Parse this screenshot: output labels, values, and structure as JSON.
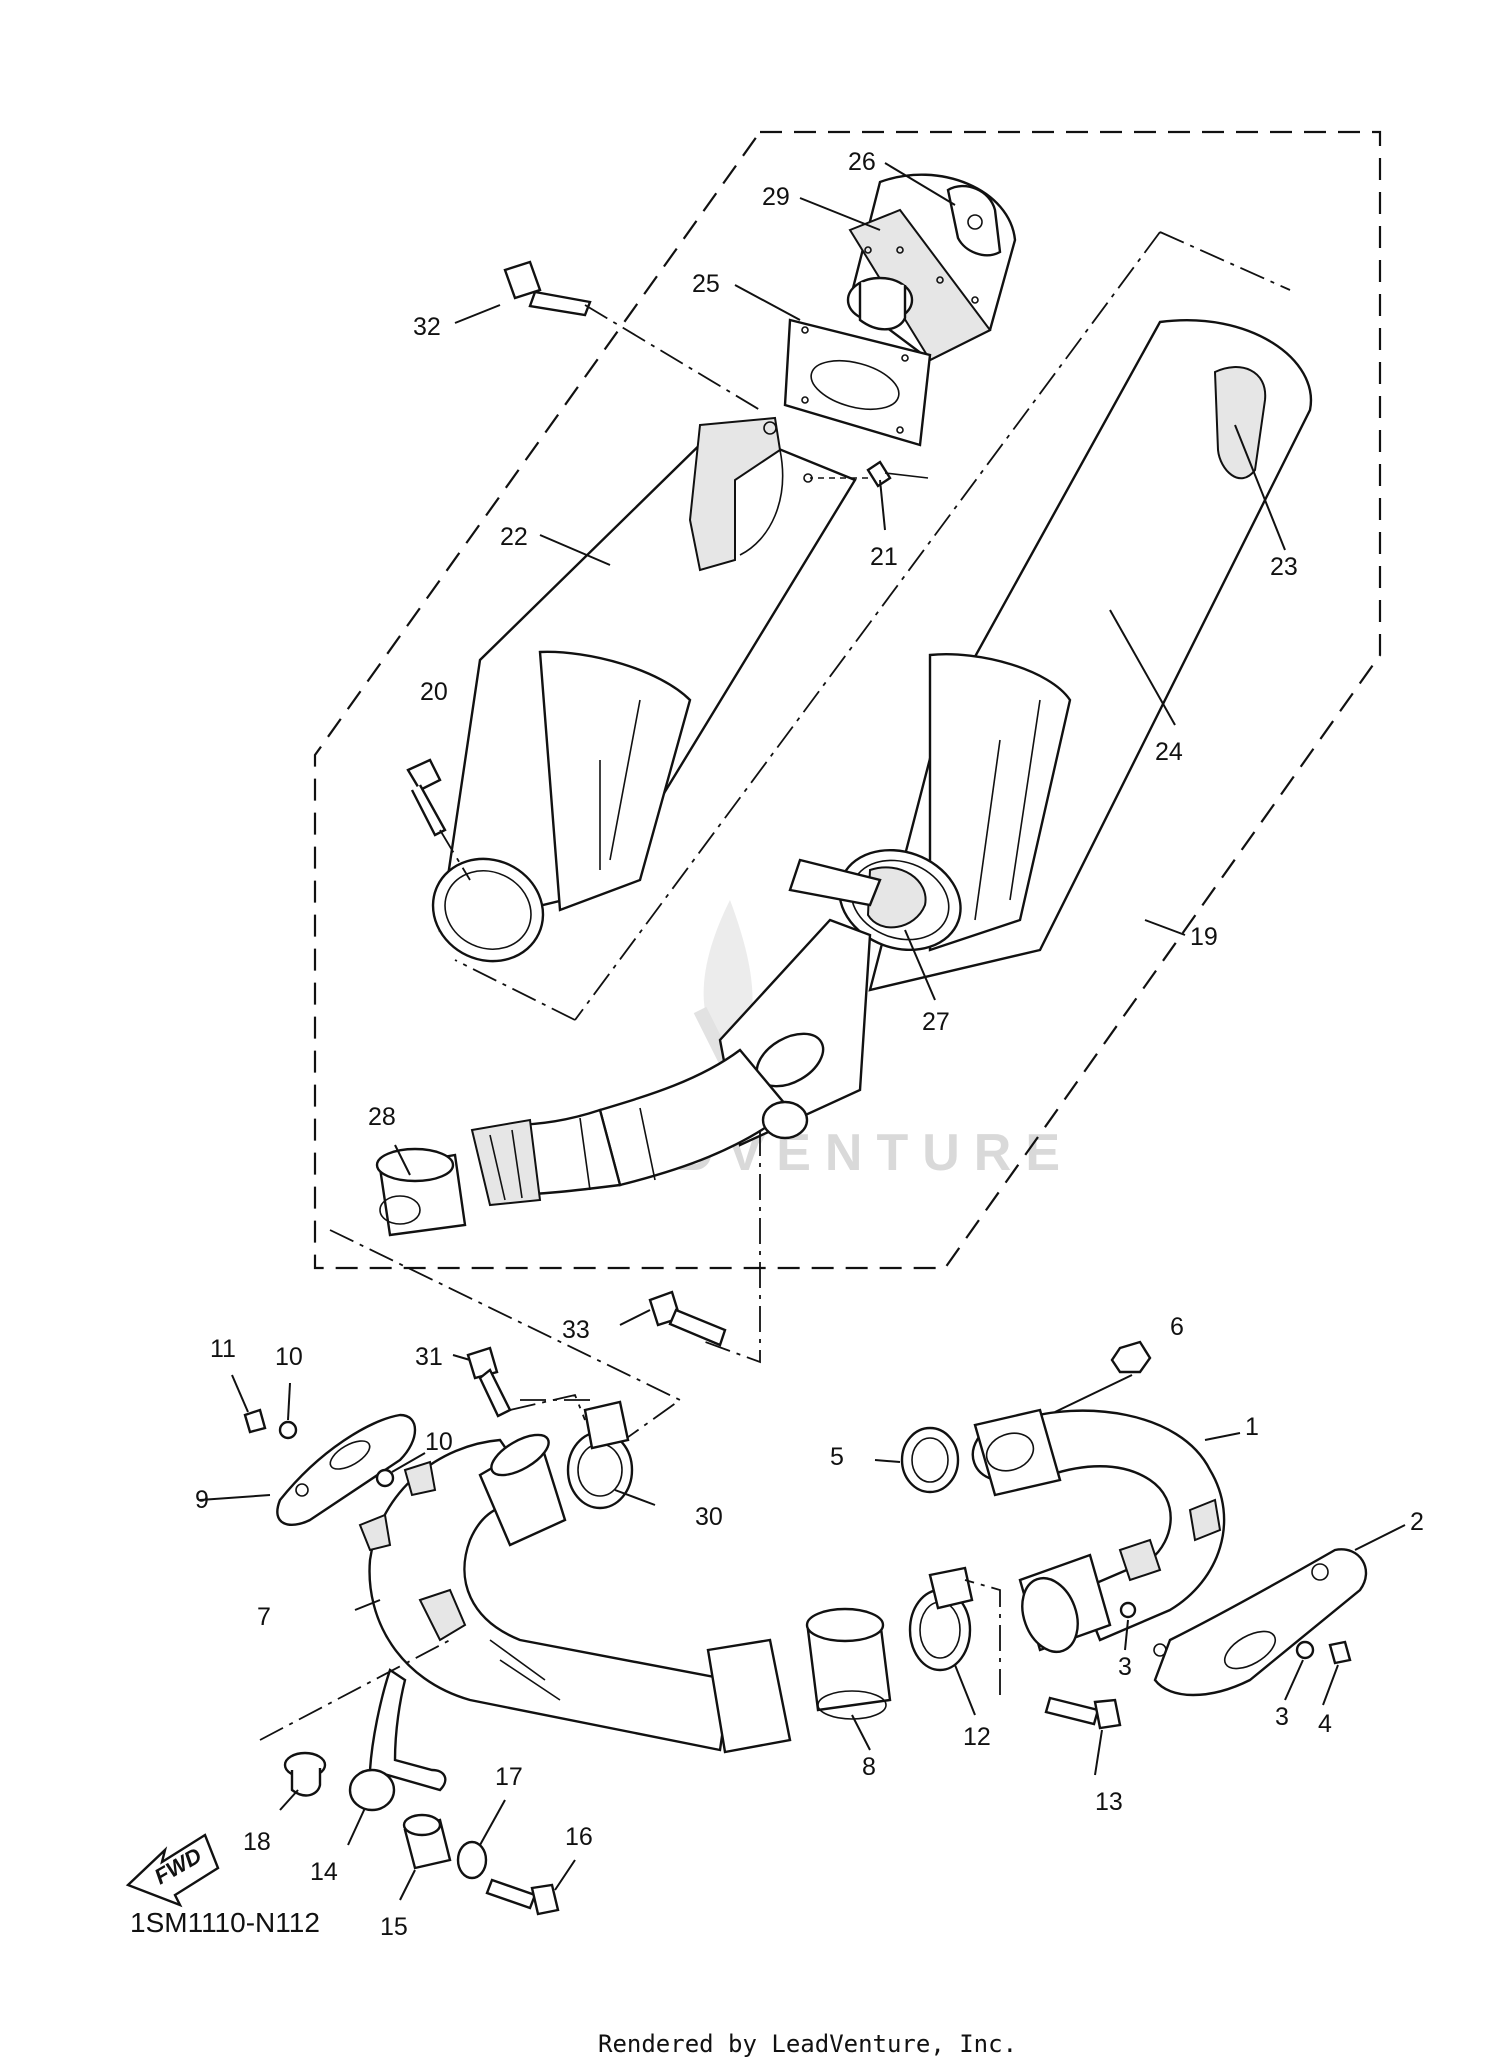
{
  "diagram": {
    "ref_code": "1SM1110-N112",
    "footer": "Rendered by LeadVenture, Inc.",
    "watermark": "LEADVENTURE",
    "fwd_label": "FWD",
    "callouts": [
      "1",
      "2",
      "3",
      "3",
      "4",
      "5",
      "6",
      "7",
      "8",
      "9",
      "10",
      "10",
      "11",
      "12",
      "13",
      "14",
      "15",
      "16",
      "17",
      "18",
      "19",
      "20",
      "21",
      "22",
      "23",
      "24",
      "25",
      "26",
      "27",
      "28",
      "29",
      "30",
      "31",
      "32",
      "33"
    ]
  }
}
